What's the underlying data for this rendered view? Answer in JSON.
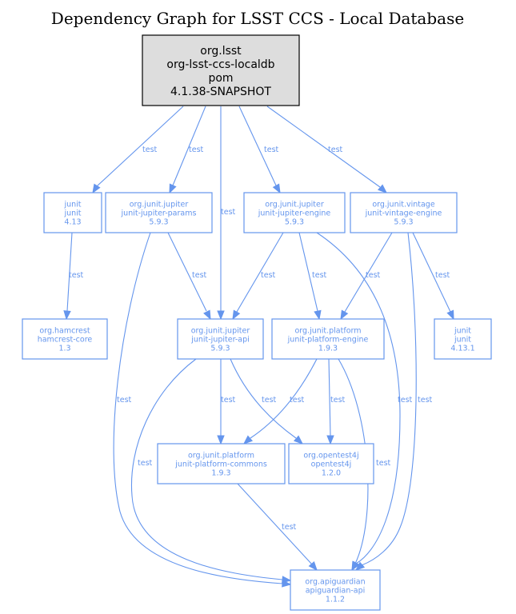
{
  "title": "Dependency Graph for LSST CCS - Local Database",
  "colors": {
    "accent": "#6495ed",
    "root_fill": "#dddddd",
    "root_stroke": "#000000"
  },
  "nodes": [
    {
      "id": "root",
      "lines": [
        "org.lsst",
        "org-lsst-ccs-localdb",
        "pom",
        "4.1.38-SNAPSHOT"
      ],
      "root": true
    },
    {
      "id": "junit413",
      "lines": [
        "junit",
        "junit",
        "4.13"
      ]
    },
    {
      "id": "params",
      "lines": [
        "org.junit.jupiter",
        "junit-jupiter-params",
        "5.9.3"
      ]
    },
    {
      "id": "engine",
      "lines": [
        "org.junit.jupiter",
        "junit-jupiter-engine",
        "5.9.3"
      ]
    },
    {
      "id": "vintage",
      "lines": [
        "org.junit.vintage",
        "junit-vintage-engine",
        "5.9.3"
      ]
    },
    {
      "id": "hamcrest",
      "lines": [
        "org.hamcrest",
        "hamcrest-core",
        "1.3"
      ]
    },
    {
      "id": "api",
      "lines": [
        "org.junit.jupiter",
        "junit-jupiter-api",
        "5.9.3"
      ]
    },
    {
      "id": "pengine",
      "lines": [
        "org.junit.platform",
        "junit-platform-engine",
        "1.9.3"
      ]
    },
    {
      "id": "junit4131",
      "lines": [
        "junit",
        "junit",
        "4.13.1"
      ]
    },
    {
      "id": "commons",
      "lines": [
        "org.junit.platform",
        "junit-platform-commons",
        "1.9.3"
      ]
    },
    {
      "id": "opentest",
      "lines": [
        "org.opentest4j",
        "opentest4j",
        "1.2.0"
      ]
    },
    {
      "id": "apiguardian",
      "lines": [
        "org.apiguardian",
        "apiguardian-api",
        "1.1.2"
      ]
    }
  ],
  "edges": [
    {
      "from": "root",
      "to": "junit413",
      "label": "test"
    },
    {
      "from": "root",
      "to": "params",
      "label": "test"
    },
    {
      "from": "root",
      "to": "api",
      "label": "test"
    },
    {
      "from": "root",
      "to": "engine",
      "label": "test"
    },
    {
      "from": "root",
      "to": "vintage",
      "label": "test"
    },
    {
      "from": "junit413",
      "to": "hamcrest",
      "label": "test"
    },
    {
      "from": "params",
      "to": "api",
      "label": "test"
    },
    {
      "from": "params",
      "to": "apiguardian",
      "label": "test"
    },
    {
      "from": "engine",
      "to": "api",
      "label": "test"
    },
    {
      "from": "engine",
      "to": "pengine",
      "label": "test"
    },
    {
      "from": "engine",
      "to": "apiguardian",
      "label": "test"
    },
    {
      "from": "vintage",
      "to": "pengine",
      "label": "test"
    },
    {
      "from": "vintage",
      "to": "junit4131",
      "label": "test"
    },
    {
      "from": "vintage",
      "to": "apiguardian",
      "label": "test"
    },
    {
      "from": "api",
      "to": "commons",
      "label": "test"
    },
    {
      "from": "api",
      "to": "opentest",
      "label": "test"
    },
    {
      "from": "api",
      "to": "apiguardian",
      "label": "test"
    },
    {
      "from": "pengine",
      "to": "commons",
      "label": "test"
    },
    {
      "from": "pengine",
      "to": "opentest",
      "label": "test"
    },
    {
      "from": "pengine",
      "to": "apiguardian",
      "label": "test"
    },
    {
      "from": "commons",
      "to": "apiguardian",
      "label": "test"
    }
  ]
}
